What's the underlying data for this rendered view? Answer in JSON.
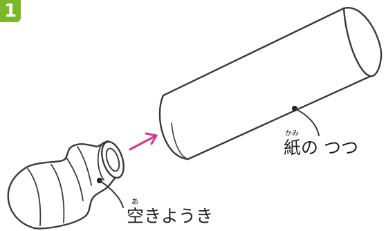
{
  "step": {
    "number": "1",
    "color": "#7ab829"
  },
  "labels": {
    "tube": {
      "text": "紙の つつ",
      "ruby": "かみ"
    },
    "bottle": {
      "text": "空きようき",
      "ruby": "あ"
    }
  },
  "arrow": {
    "color": "#d6338f"
  },
  "line_color": "#3a3a3a"
}
